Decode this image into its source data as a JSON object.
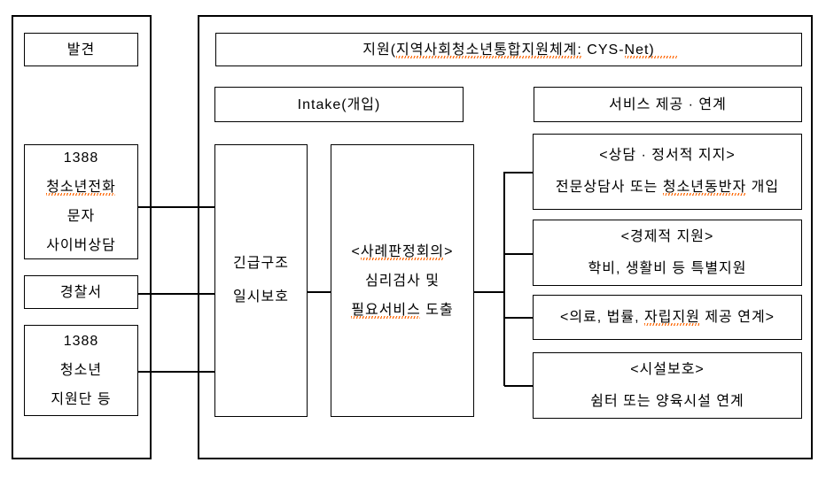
{
  "colors": {
    "background": "#ffffff",
    "line": "#000000",
    "squiggle": "#ff6600"
  },
  "discovery": {
    "header": "발견",
    "sources": [
      {
        "lines": [
          "1388",
          "청소년전화",
          "문자",
          "사이버상담"
        ]
      },
      {
        "lines": [
          "경찰서"
        ]
      },
      {
        "lines": [
          "1388",
          "청소년",
          "지원단 등"
        ]
      }
    ]
  },
  "support": {
    "title": {
      "pre": "지원(",
      "underlined": "지역사회청소년통합지원체계:",
      "mid": " CYS-",
      "underlined_tail": "Net)"
    },
    "intake_header": "Intake(개입)",
    "services_header": "서비스 제공 · 연계",
    "emergency": {
      "lines": [
        "긴급구조",
        "일시보호"
      ]
    },
    "case_meeting": {
      "line1": {
        "pre": "<",
        "underlined": "사례판정회의",
        "post": ">"
      },
      "line2": "심리검사 및",
      "line3": {
        "underlined": "필요서비스",
        "post": " 도출"
      }
    },
    "services": [
      {
        "header": "<상담 · 정서적 지지>",
        "body": {
          "pre": "전문상담사 또는 ",
          "underlined": "청소년동반자",
          "post": " 개입"
        }
      },
      {
        "header": "<경제적 지원>",
        "body": {
          "pre": "학비, 생활비 등 특별지원"
        }
      },
      {
        "header_parts": {
          "pre": "<의료, 법률, ",
          "underlined": "자립지원",
          "post": " 제공 연계>"
        }
      },
      {
        "header": "<시설보호>",
        "body": {
          "pre": "쉼터 또는 양육시설 연계"
        }
      }
    ]
  }
}
